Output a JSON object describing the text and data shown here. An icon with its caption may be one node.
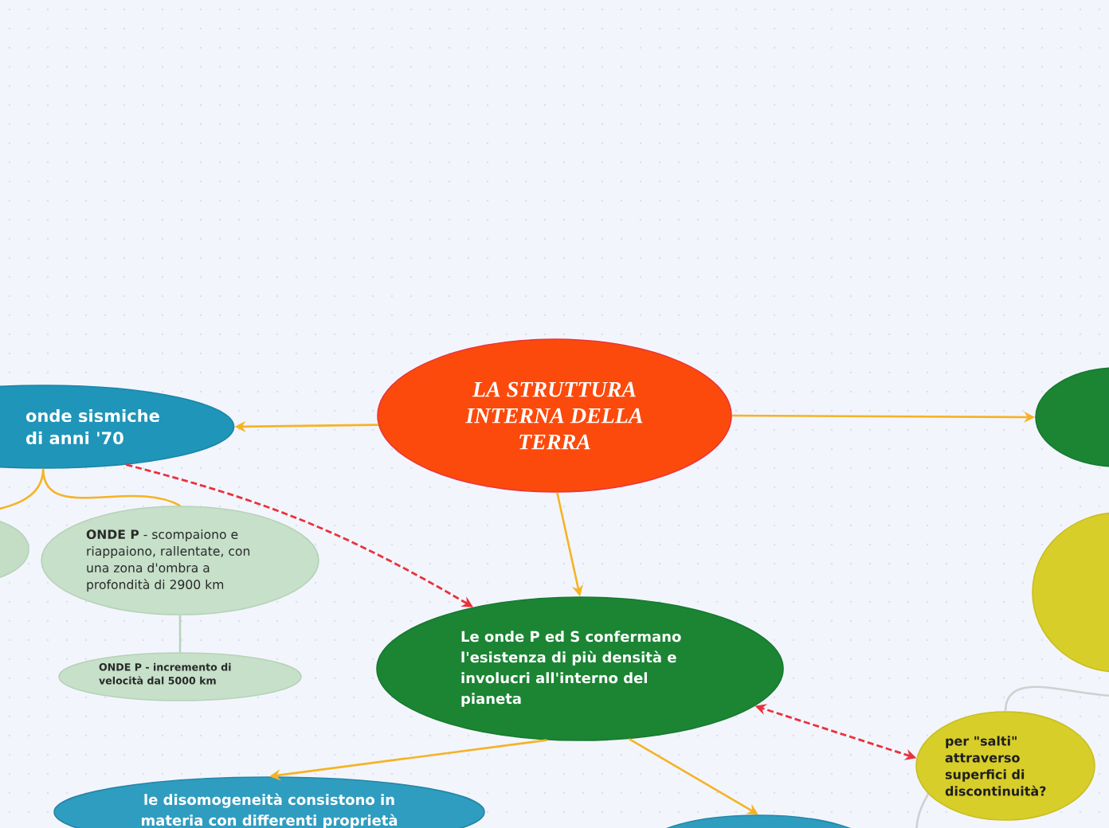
{
  "diagram": {
    "nodes": [
      {
        "text": [
          "LA STRUTTURA INTERNA DELLA TERRA"
        ]
      },
      {
        "text": [
          "onde sismiche di anni '70"
        ]
      },
      {
        "text": [],
        "shape": "ellipse"
      },
      {
        "text": [
          "**ONDE P** - scompaiono e riappaiono, rallentate, con una zona d'ombra a profondità di 2900 km"
        ]
      },
      {
        "text": [
          "ONDE P - incremento di velocità dal 5000 km"
        ]
      },
      {
        "text": [
          "Le onde P ed S confermano l'esistenza di più densità e involucri all'interno del pianeta"
        ]
      },
      {
        "text": [],
        "shape": "ellipse"
      },
      {
        "text": [],
        "shape": "ellipse"
      },
      {
        "text": [
          "per \"salti\" attraverso superfici di discontinuità?"
        ]
      },
      {
        "text": [
          "le disomogeneità consistono in materia con differenti proprietà"
        ]
      },
      {
        "text": [],
        "shape": "ellipse"
      }
    ],
    "edges": [
      {
        "from": 0,
        "to": 1,
        "arrow": "to"
      },
      {
        "from": 0,
        "to": 6,
        "arrow": "to"
      },
      {
        "from": 0,
        "to": 5,
        "arrow": "to"
      },
      {
        "from": 1,
        "to": 2,
        "arrow": "none"
      },
      {
        "from": 1,
        "to": 3,
        "arrow": "none"
      },
      {
        "from": 3,
        "to": 4,
        "arrow": "none",
        "color": "#b9d3ba"
      },
      {
        "from": 1,
        "to": 5,
        "arrow": "to",
        "style": "dashed",
        "color": "#e8323c"
      },
      {
        "from": 8,
        "to": 5,
        "arrow": "both",
        "style": "dashed",
        "color": "#e8323c"
      },
      {
        "from": 5,
        "to": 9,
        "arrow": "to"
      },
      {
        "from": 5,
        "to": 10,
        "arrow": "to"
      },
      {
        "from": 8,
        "to": null,
        "arrow": "none",
        "color": "#d0d0d0"
      },
      {
        "from": 8,
        "to": null,
        "arrow": "none",
        "color": "#d0d0d0"
      }
    ]
  }
}
